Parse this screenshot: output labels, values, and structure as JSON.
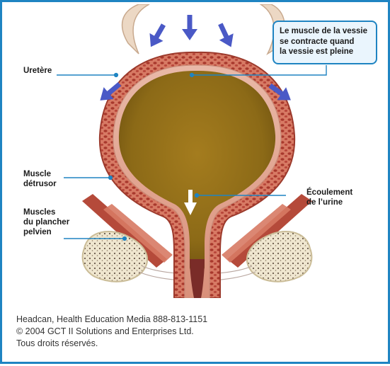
{
  "callout": {
    "text": "Le muscle de la vessie\nse contracte quand\nla vessie est pleine"
  },
  "labels": {
    "ureter": "Uretère",
    "detrusor": "Muscle\ndétrusor",
    "pelvic_floor": "Muscles\ndu plancher\npelvien",
    "urine_flow": "Écoulement\nde l’urine"
  },
  "credits": {
    "line1": "Headcan, Health Education Media 888-813-1151",
    "line2": "© 2004 GCT II Solutions and Enterprises Ltd.",
    "line3": "Tous droits réservés."
  },
  "colors": {
    "frame": "#1f84c2",
    "callout_bg": "#eaf5fd",
    "pressure_arrows": "#4a59c6",
    "bladder_wall": "#c2594a",
    "urine": "#8c6a17",
    "leader_lines": "#1f84c2"
  },
  "icons": {
    "pressure_arrow": "arrow-down-icon",
    "flow_arrow": "white-arrow-down-icon"
  }
}
